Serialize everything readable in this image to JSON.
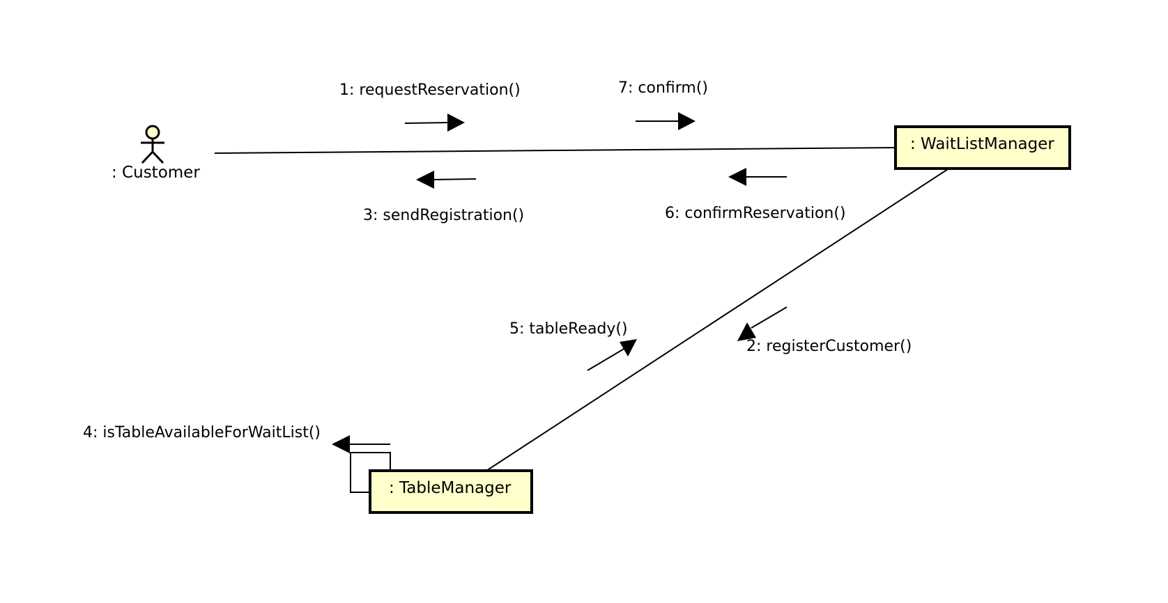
{
  "colors": {
    "object_fill": "#ffffcc",
    "stroke": "#000000",
    "background": "#ffffff"
  },
  "objects": {
    "customer": ": Customer",
    "waitlist_manager": ": WaitListManager",
    "table_manager": ": TableManager"
  },
  "messages": {
    "m1": "1: requestReservation()",
    "m2": "2: registerCustomer()",
    "m3": "3: sendRegistration()",
    "m4": "4: isTableAvailableForWaitList()",
    "m5": "5: tableReady()",
    "m6": "6: confirmReservation()",
    "m7": "7: confirm()"
  }
}
